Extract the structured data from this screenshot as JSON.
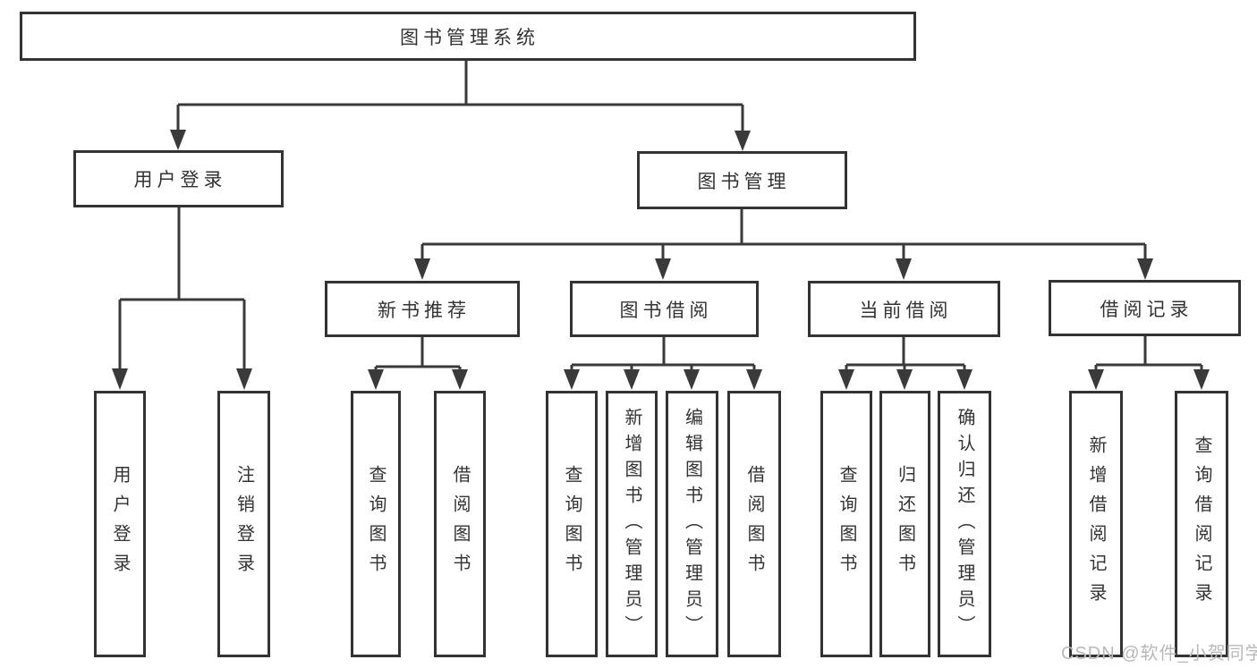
{
  "tree": {
    "root": {
      "label": "图书管理系统"
    },
    "branches": [
      {
        "label": "用户登录",
        "leaves": [
          "用户登录",
          "注销登录"
        ]
      },
      {
        "label": "图书管理",
        "groups": [
          {
            "label": "新书推荐",
            "leaves": [
              "查询图书",
              "借阅图书"
            ]
          },
          {
            "label": "图书借阅",
            "leaves": [
              "查询图书",
              "新增图书（管理员）",
              "编辑图书（管理员）",
              "借阅图书"
            ]
          },
          {
            "label": "当前借阅",
            "leaves": [
              "查询图书",
              "归还图书",
              "确认归还（管理员）"
            ]
          },
          {
            "label": "借阅记录",
            "leaves": [
              "新增借阅记录",
              "查询借阅记录"
            ]
          }
        ]
      }
    ]
  },
  "watermark": {
    "text": "CSDN @软件_小贺同学"
  },
  "colors": {
    "background": "#ffffff",
    "box_border": "#333333",
    "line": "#3a3a3a",
    "text": "#333333",
    "watermark": "#b9b9b9"
  }
}
